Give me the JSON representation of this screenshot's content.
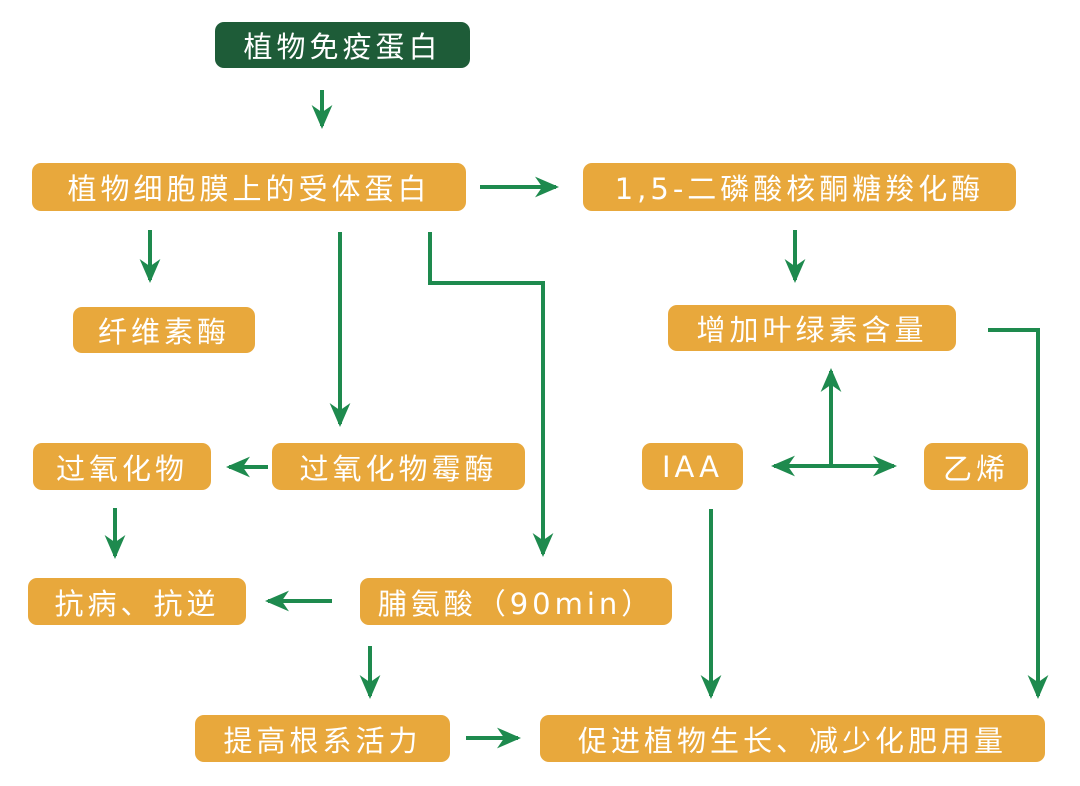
{
  "diagram": {
    "type": "flowchart",
    "colors": {
      "node_fill": "#E8A83C",
      "root_node_fill": "#1E5C38",
      "arrow": "#1E8A4E",
      "node_text": "#FFFFFF",
      "background": "#FFFFFF"
    },
    "nodes": {
      "plant_immune_protein": {
        "label": "植物免疫蛋白"
      },
      "receptor_protein": {
        "label": "植物细胞膜上的受体蛋白"
      },
      "rubisco": {
        "label": "1,5-二磷酸核酮糖羧化酶"
      },
      "cellulase": {
        "label": "纤维素酶"
      },
      "chlorophyll": {
        "label": "增加叶绿素含量"
      },
      "peroxide": {
        "label": "过氧化物"
      },
      "peroxidase": {
        "label": "过氧化物霉酶"
      },
      "iaa": {
        "label": "IAA"
      },
      "ethylene": {
        "label": "乙烯"
      },
      "resistance": {
        "label": "抗病、抗逆"
      },
      "proline": {
        "label": "脯氨酸（90min）"
      },
      "root_vitality": {
        "label": "提高根系活力"
      },
      "growth": {
        "label": "促进植物生长、减少化肥用量"
      }
    },
    "edges": [
      {
        "from": "植物免疫蛋白",
        "to": "植物细胞膜上的受体蛋白"
      },
      {
        "from": "植物细胞膜上的受体蛋白",
        "to": "1,5-二磷酸核酮糖羧化酶"
      },
      {
        "from": "植物细胞膜上的受体蛋白",
        "to": "纤维素酶"
      },
      {
        "from": "植物细胞膜上的受体蛋白",
        "to": "过氧化物霉酶"
      },
      {
        "from": "植物细胞膜上的受体蛋白",
        "to": "脯氨酸（90min）"
      },
      {
        "from": "1,5-二磷酸核酮糖羧化酶",
        "to": "增加叶绿素含量"
      },
      {
        "junction": true,
        "arrow_targets": [
          "增加叶绿素含量",
          "IAA",
          "乙烯"
        ]
      },
      {
        "from": "增加叶绿素含量",
        "to": "促进植物生长、减少化肥用量"
      },
      {
        "from": "过氧化物霉酶",
        "to": "过氧化物"
      },
      {
        "from": "过氧化物",
        "to": "抗病、抗逆"
      },
      {
        "from": "脯氨酸（90min）",
        "to": "抗病、抗逆"
      },
      {
        "from": "脯氨酸（90min）",
        "to": "提高根系活力"
      },
      {
        "from": "IAA",
        "to": "促进植物生长、减少化肥用量"
      },
      {
        "from": "提高根系活力",
        "to": "促进植物生长、减少化肥用量"
      }
    ]
  }
}
